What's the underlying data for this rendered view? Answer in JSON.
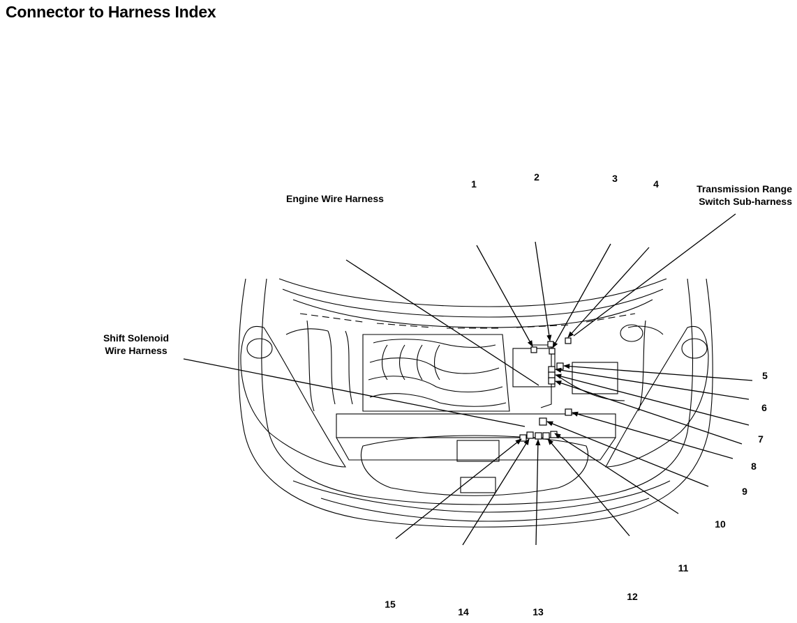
{
  "title": "Connector to Harness Index",
  "harness_labels": {
    "engine": "Engine Wire Harness",
    "shift_solenoid": [
      "Shift Solenoid",
      "Wire Harness"
    ],
    "trans_range": [
      "Transmission Range",
      "Switch Sub-harness"
    ]
  },
  "callouts": [
    "1",
    "2",
    "3",
    "4",
    "5",
    "6",
    "7",
    "8",
    "9",
    "10",
    "11",
    "12",
    "13",
    "14",
    "15"
  ]
}
